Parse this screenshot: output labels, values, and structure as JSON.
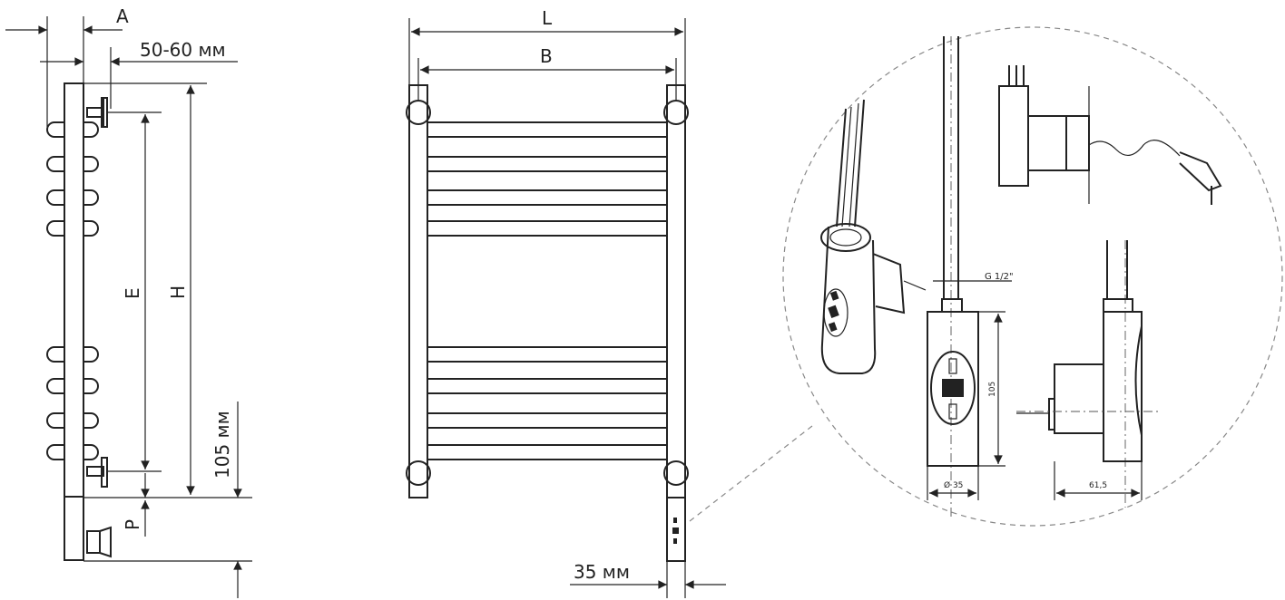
{
  "side_view": {
    "label_a": "A",
    "label_offset": "50-60 мм",
    "label_e": "E",
    "label_h": "H",
    "label_105": "105 мм",
    "label_p": "P"
  },
  "front_view": {
    "label_l": "L",
    "label_b": "B",
    "label_35": "35 мм"
  },
  "detail": {
    "thread_label": "G 1/2\"",
    "height_label": "105",
    "diameter_label": "Ø 35",
    "depth_label": "61,5"
  }
}
